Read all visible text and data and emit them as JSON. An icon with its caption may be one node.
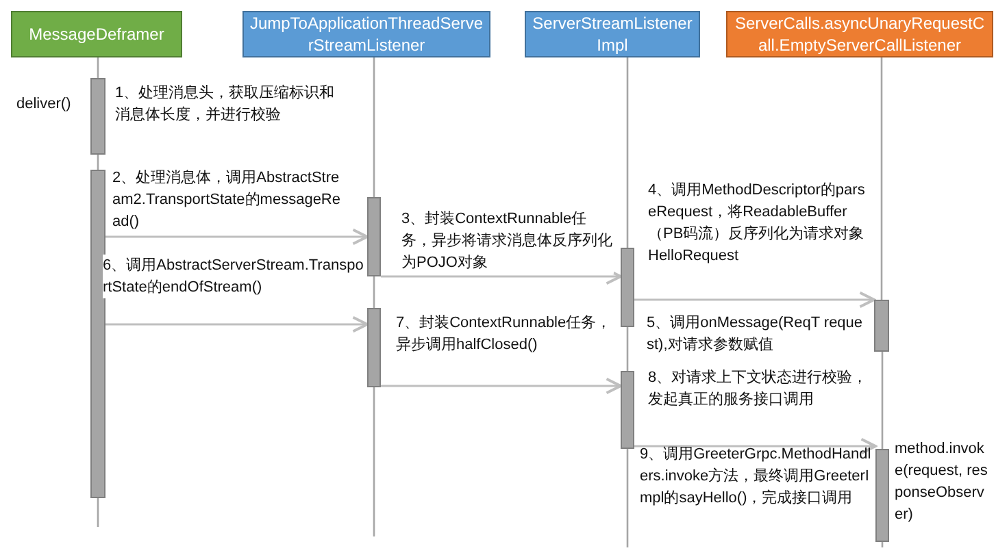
{
  "diagram": {
    "nodes": [
      {
        "text": [
          "MessageDeframer"
        ]
      },
      {
        "text": [
          "JumpToApplicationThreadServerStreamListener"
        ]
      },
      {
        "text": [
          "ServerStreamListenerImpl"
        ]
      },
      {
        "text": [
          "ServerCalls.asyncUnaryRequestCall.EmptyServerCallListener"
        ]
      },
      {
        "text": [],
        "shape": "bar",
        "beside": [
          "deliver()",
          "1、处理消息头，获取压缩标识和消息体长度，并进行校验"
        ]
      },
      {
        "text": [],
        "shape": "bar"
      },
      {
        "text": [],
        "shape": "bar"
      },
      {
        "text": [],
        "shape": "bar"
      },
      {
        "text": [],
        "shape": "bar"
      },
      {
        "text": [],
        "shape": "bar"
      },
      {
        "text": [],
        "shape": "bar",
        "beside": [
          "5、调用onMessage(ReqT request),对请求参数赋值"
        ]
      },
      {
        "text": [],
        "shape": "bar",
        "beside": [
          "9、调用GreeterGrpc.MethodHandlers.invoke方法，最终调用GreeterImpl的sayHello()，完成接口调用",
          "method.invoke(request, responseObserver)"
        ]
      }
    ],
    "edges": [
      {
        "from": 5,
        "to": 6,
        "arrow": "to",
        "label": "2、处理消息体，调用AbstractStream2.TransportState的messageRead()"
      },
      {
        "from": 6,
        "to": 8,
        "arrow": "to",
        "label": "3、封装ContextRunnable任务，异步将请求消息体反序列化为POJO对象"
      },
      {
        "from": 8,
        "to": 10,
        "arrow": "to",
        "label": "4、调用MethodDescriptor的parseRequest，将ReadableBuffer（PB码流）反序列化为请求对象HelloRequest"
      },
      {
        "from": 5,
        "to": 7,
        "arrow": "to",
        "label": "6、调用AbstractServerStream.TransportState的endOfStream()"
      },
      {
        "from": 7,
        "to": 9,
        "arrow": "to",
        "label": "7、封装ContextRunnable任务，异步调用halfClosed()"
      },
      {
        "from": 9,
        "to": 11,
        "arrow": "to",
        "label": "8、对请求上下文状态进行校验，发起真正的服务接口调用"
      },
      {
        "from": 0,
        "to": 4,
        "arrow": "none"
      },
      {
        "from": 4,
        "to": 5,
        "arrow": "none"
      },
      {
        "from": 5,
        "to": null,
        "arrow": "none"
      },
      {
        "from": 1,
        "to": 6,
        "arrow": "none"
      },
      {
        "from": 6,
        "to": 7,
        "arrow": "none"
      },
      {
        "from": 7,
        "to": null,
        "arrow": "none"
      },
      {
        "from": 2,
        "to": 8,
        "arrow": "none"
      },
      {
        "from": 8,
        "to": 9,
        "arrow": "none"
      },
      {
        "from": 9,
        "to": null,
        "arrow": "none"
      },
      {
        "from": 3,
        "to": 10,
        "arrow": "none"
      },
      {
        "from": 10,
        "to": 11,
        "arrow": "none"
      },
      {
        "from": 11,
        "to": null,
        "arrow": "none"
      }
    ]
  }
}
